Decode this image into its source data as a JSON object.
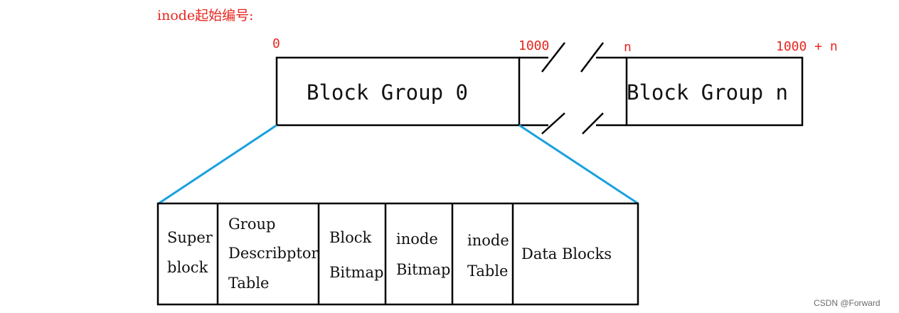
{
  "title": "inode起始编号:",
  "offsets": {
    "zero": "0",
    "thousand": "1000",
    "n": "n",
    "thousand_plus_n": "1000 + n"
  },
  "block_groups": {
    "first": "Block Group 0",
    "last": "Block Group n"
  },
  "cells": [
    {
      "lines": [
        "Super",
        "block"
      ]
    },
    {
      "lines": [
        "Group",
        "Describptor",
        "Table"
      ]
    },
    {
      "lines": [
        "Block",
        "Bitmap"
      ]
    },
    {
      "lines": [
        "inode",
        "Bitmap"
      ]
    },
    {
      "lines": [
        "inode",
        "Table"
      ]
    },
    {
      "lines": [
        "Data Blocks"
      ]
    }
  ],
  "colors": {
    "label_red": "#e8261e",
    "zoom_blue": "#1aa0e0",
    "outline": "#000000"
  },
  "watermark": "CSDN @Forward"
}
